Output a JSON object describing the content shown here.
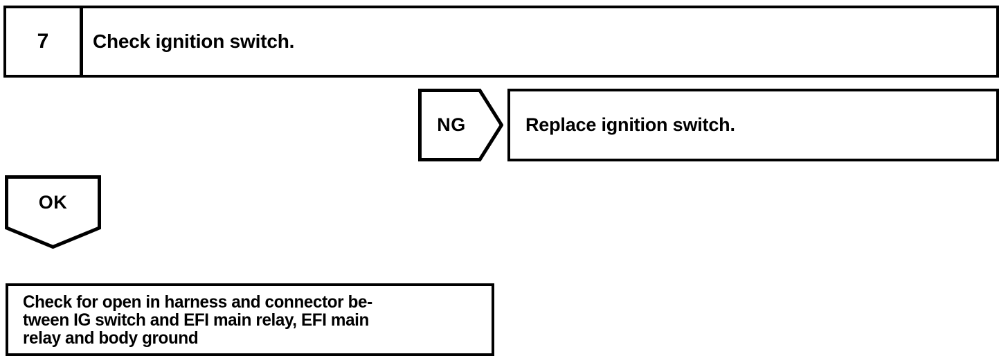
{
  "diagram": {
    "type": "troubleshooting-flowchart",
    "colors": {
      "line": "#000000",
      "background": "#ffffff",
      "text": "#000000"
    },
    "step": {
      "number": "7",
      "instruction": "Check ignition switch."
    },
    "branches": {
      "ng": {
        "label": "NG",
        "shape": "pentagon-arrow-right",
        "result": "Replace ignition switch."
      },
      "ok": {
        "label": "OK",
        "shape": "pentagon-arrow-down",
        "result": "Check for open in harness and connector be-\ntween IG switch and EFI main relay, EFI main\nrelay and body ground"
      }
    }
  }
}
